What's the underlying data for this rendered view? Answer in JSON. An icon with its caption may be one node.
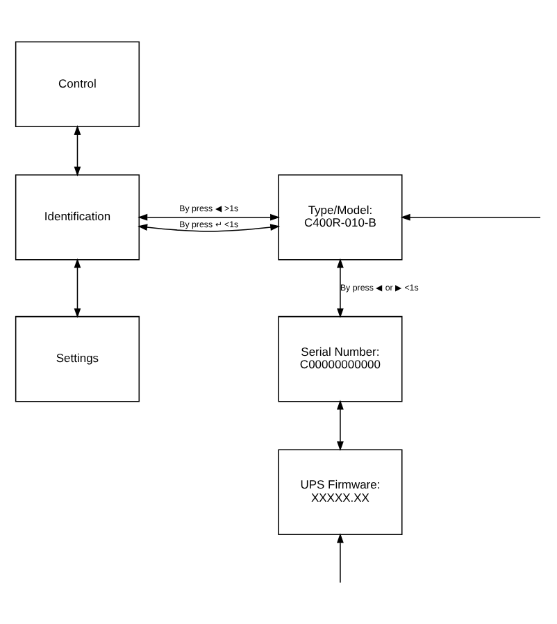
{
  "diagram": {
    "nodes": [
      {
        "text": [
          "Control"
        ]
      },
      {
        "text": [
          "Identification"
        ]
      },
      {
        "text": [
          "Settings"
        ]
      },
      {
        "text": [
          "Type/Model:",
          "C400R-010-B"
        ]
      },
      {
        "text": [
          "Serial Number:",
          "C00000000000"
        ]
      },
      {
        "text": [
          "UPS Firmware:",
          "XXXXX.XX"
        ]
      }
    ],
    "edges": [
      {
        "from": 0,
        "to": 1,
        "arrow": "both"
      },
      {
        "from": 1,
        "to": 2,
        "arrow": "both"
      },
      {
        "from": 1,
        "to": 3,
        "arrow": "both",
        "label": "By press ◀ >1s"
      },
      {
        "from": 1,
        "to": 3,
        "arrow": "both",
        "label": "By press ↵ <1s"
      },
      {
        "from": null,
        "to": 3,
        "arrow": "to"
      },
      {
        "from": 3,
        "to": 4,
        "arrow": "both",
        "label": "By press ◀ or ▶ <1s"
      },
      {
        "from": 4,
        "to": 5,
        "arrow": "both"
      },
      {
        "from": null,
        "to": 5,
        "arrow": "to"
      }
    ]
  }
}
